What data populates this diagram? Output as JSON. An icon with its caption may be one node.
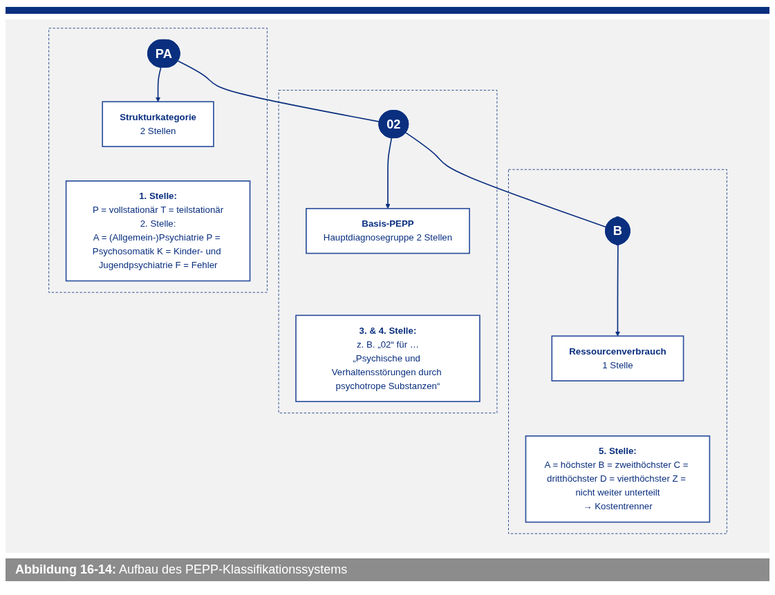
{
  "diagram": {
    "caption": "**Abbildung 16-14:** Aufbau des PEPP-Klassifikationssystems",
    "nodes": [
      {
        "text": [],
        "shape": "box"
      },
      {
        "text": [
          "PA"
        ],
        "in": 0
      },
      {
        "text": [
          "Strukturkategorie",
          "2 Stellen"
        ],
        "in": 0
      },
      {
        "text": [
          "1. Stelle:",
          "P = vollstationär T = teilstationär",
          "2. Stelle:",
          "A = (Allgemein-)Psychiatrie P = Psychosomatik K = Kinder- und Jugendpsychiatrie F = Fehler"
        ],
        "in": 0
      },
      {
        "text": [],
        "shape": "box"
      },
      {
        "text": [
          "02"
        ],
        "in": 4
      },
      {
        "text": [
          "Basis-PEPP",
          "Hauptdiagnosegruppe 2 Stellen"
        ],
        "in": 4
      },
      {
        "text": [
          "3. & 4. Stelle:",
          "z. B. „02“ für …",
          "„Psychische und Verhaltensstörungen durch psychotrope Substanzen“"
        ],
        "in": 4
      },
      {
        "text": [],
        "shape": "box"
      },
      {
        "text": [
          "B"
        ],
        "in": 8
      },
      {
        "text": [
          "Ressourcenverbrauch",
          "1 Stelle"
        ],
        "in": 8
      },
      {
        "text": [
          "5. Stelle:",
          "A = höchster B = zweithöchster C = dritthöchster D = vierthöchster Z = nicht weiter unterteilt",
          "→ Kostentrenner"
        ],
        "in": 8
      }
    ],
    "edges": [
      {
        "from": 1,
        "to": 5,
        "arrow": "none"
      },
      {
        "from": 5,
        "to": 9,
        "arrow": "none"
      },
      {
        "from": 1,
        "to": 2,
        "arrow": "to"
      },
      {
        "from": 5,
        "to": 6,
        "arrow": "to"
      },
      {
        "from": 9,
        "to": 10,
        "arrow": "to"
      }
    ]
  }
}
